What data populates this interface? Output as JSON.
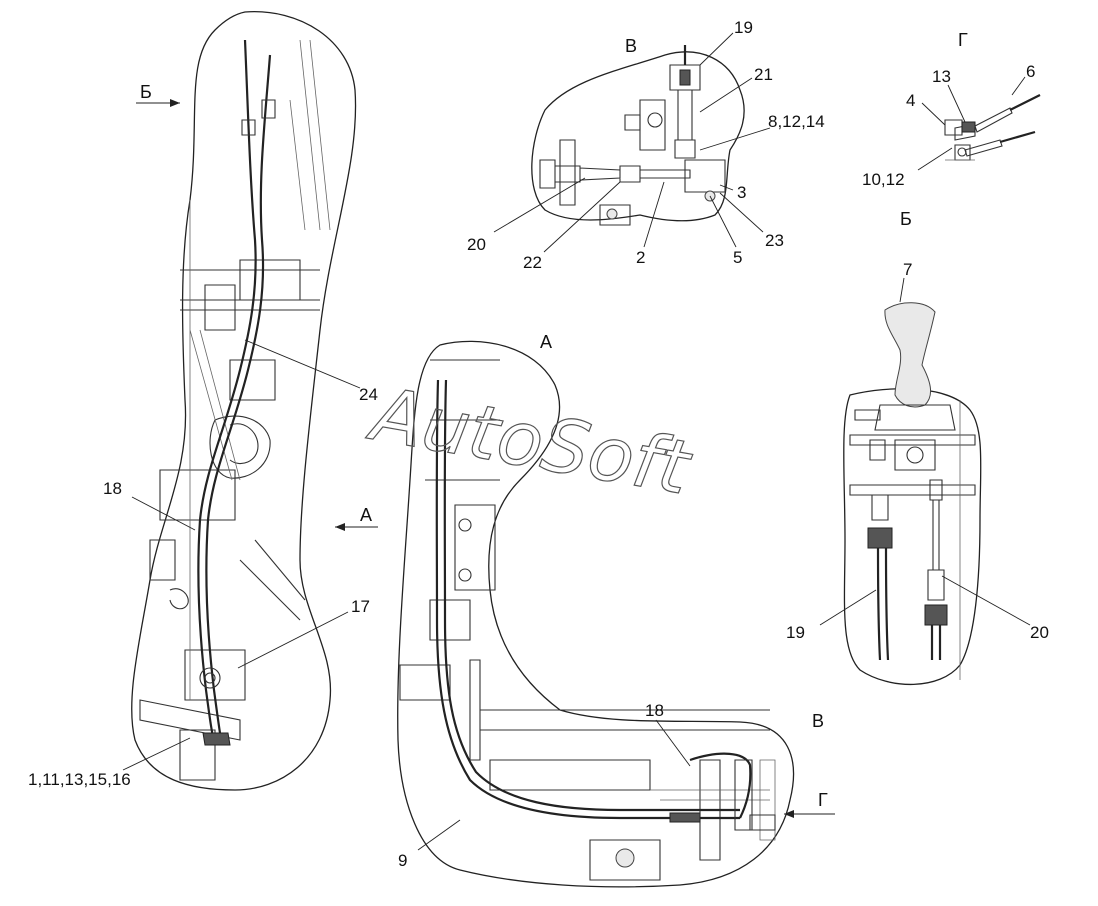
{
  "watermark": "AutoSoft",
  "views": {
    "main": {
      "title": ""
    },
    "view_a": {
      "title": "А"
    },
    "view_b": {
      "title": "Б"
    },
    "view_v": {
      "title": "В"
    },
    "view_g": {
      "title": "Г"
    }
  },
  "arrows": {
    "b": "Б",
    "a": "А",
    "v": "В",
    "g": "Г"
  },
  "callouts": {
    "main": [
      "24",
      "18",
      "17",
      "1,11,13,15,16"
    ],
    "view_a": [
      "18",
      "9"
    ],
    "view_v": [
      "19",
      "21",
      "8,12,14",
      "3",
      "23",
      "5",
      "2",
      "22",
      "20"
    ],
    "view_g": [
      "13",
      "6",
      "4",
      "10,12"
    ],
    "view_b": [
      "7",
      "19",
      "20"
    ]
  },
  "colors": {
    "line": "#222222",
    "background": "#ffffff",
    "watermark": "#555555"
  }
}
